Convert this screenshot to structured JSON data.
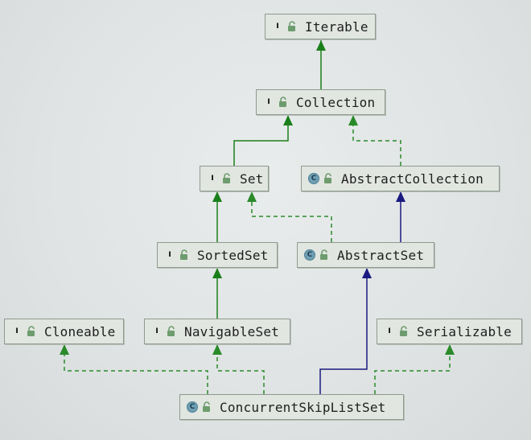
{
  "colors": {
    "extends": "#1a7f1a",
    "implements": "#2a8a2a",
    "class_extends": "#1a1a80"
  },
  "nodes": [
    {
      "id": "iterable",
      "kind": "interface",
      "badge": "I",
      "label": "Iterable",
      "icon": "unlock-icon"
    },
    {
      "id": "collection",
      "kind": "interface",
      "badge": "I",
      "label": "Collection",
      "icon": "unlock-icon"
    },
    {
      "id": "set",
      "kind": "interface",
      "badge": "I",
      "label": "Set",
      "icon": "unlock-icon"
    },
    {
      "id": "abstractcollection",
      "kind": "class",
      "badge": "C",
      "label": "AbstractCollection",
      "icon": "unlock-icon"
    },
    {
      "id": "sortedset",
      "kind": "interface",
      "badge": "I",
      "label": "SortedSet",
      "icon": "unlock-icon"
    },
    {
      "id": "abstractset",
      "kind": "class",
      "badge": "C",
      "label": "AbstractSet",
      "icon": "unlock-icon"
    },
    {
      "id": "cloneable",
      "kind": "interface",
      "badge": "I",
      "label": "Cloneable",
      "icon": "unlock-icon"
    },
    {
      "id": "navigableset",
      "kind": "interface",
      "badge": "I",
      "label": "NavigableSet",
      "icon": "unlock-icon"
    },
    {
      "id": "serializable",
      "kind": "interface",
      "badge": "I",
      "label": "Serializable",
      "icon": "unlock-icon"
    },
    {
      "id": "concurrentskiplistset",
      "kind": "class",
      "badge": "C",
      "label": "ConcurrentSkipListSet",
      "icon": "unlock-icon"
    }
  ],
  "edges": [
    {
      "from": "collection",
      "to": "iterable",
      "type": "extends"
    },
    {
      "from": "set",
      "to": "collection",
      "type": "extends"
    },
    {
      "from": "abstractcollection",
      "to": "collection",
      "type": "implements"
    },
    {
      "from": "sortedset",
      "to": "set",
      "type": "extends"
    },
    {
      "from": "abstractset",
      "to": "set",
      "type": "implements"
    },
    {
      "from": "abstractset",
      "to": "abstractcollection",
      "type": "class_extends"
    },
    {
      "from": "navigableset",
      "to": "sortedset",
      "type": "extends"
    },
    {
      "from": "concurrentskiplistset",
      "to": "cloneable",
      "type": "implements"
    },
    {
      "from": "concurrentskiplistset",
      "to": "navigableset",
      "type": "implements"
    },
    {
      "from": "concurrentskiplistset",
      "to": "abstractset",
      "type": "class_extends"
    },
    {
      "from": "concurrentskiplistset",
      "to": "serializable",
      "type": "implements"
    }
  ]
}
